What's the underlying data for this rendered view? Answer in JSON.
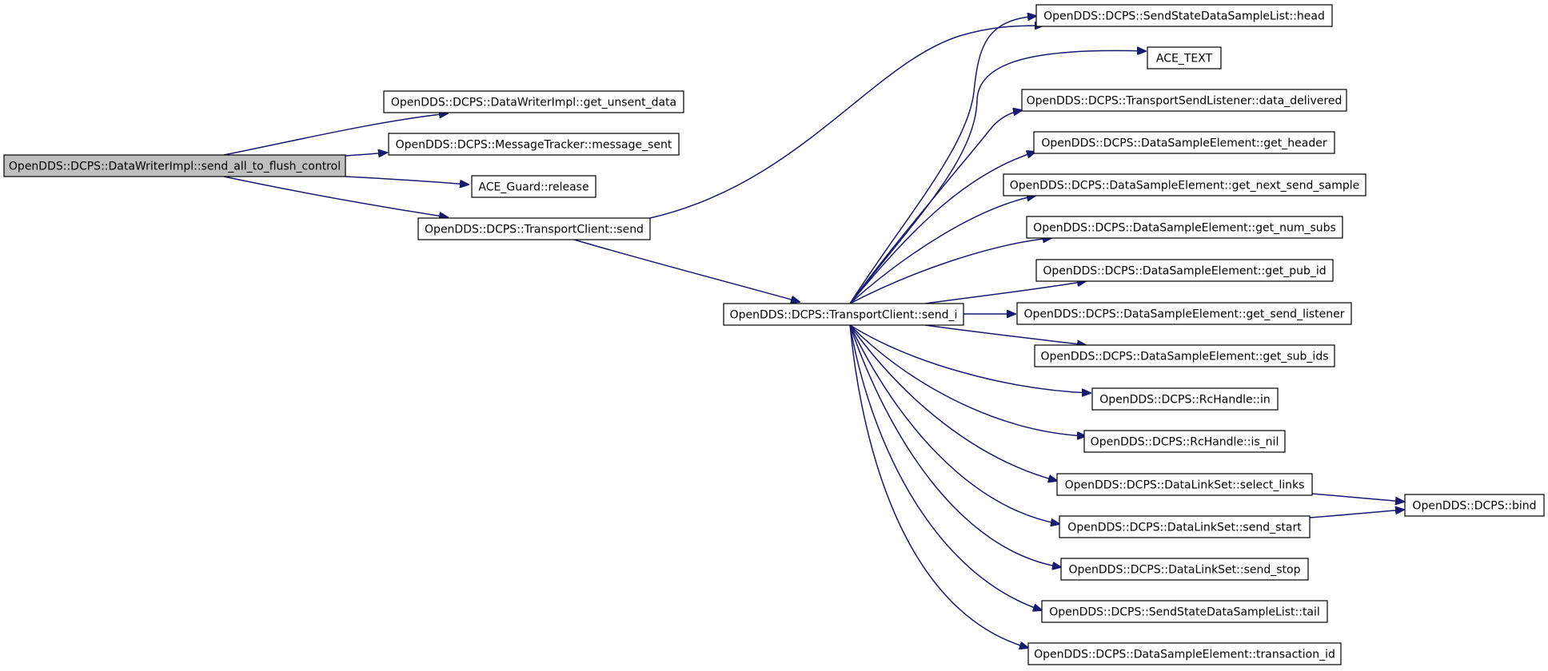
{
  "graph": {
    "colors": {
      "edge": "#191970",
      "root_fill": "#bfbfbf",
      "node_fill": "#ffffff",
      "node_stroke": "#000000"
    },
    "nodes": [
      {
        "id": "root",
        "label": "OpenDDS::DCPS::DataWriterImpl::send_all_to_flush_control",
        "root": true
      },
      {
        "id": "get_unsent_data",
        "label": "OpenDDS::DCPS::DataWriterImpl::get_unsent_data"
      },
      {
        "id": "message_sent",
        "label": "OpenDDS::DCPS::MessageTracker::message_sent"
      },
      {
        "id": "release",
        "label": "ACE_Guard::release"
      },
      {
        "id": "tc_send",
        "label": "OpenDDS::DCPS::TransportClient::send"
      },
      {
        "id": "tc_send_i",
        "label": "OpenDDS::DCPS::TransportClient::send_i"
      },
      {
        "id": "head",
        "label": "OpenDDS::DCPS::SendStateDataSampleList::head"
      },
      {
        "id": "ace_text",
        "label": "ACE_TEXT"
      },
      {
        "id": "data_delivered",
        "label": "OpenDDS::DCPS::TransportSendListener::data_delivered"
      },
      {
        "id": "get_header",
        "label": "OpenDDS::DCPS::DataSampleElement::get_header"
      },
      {
        "id": "get_next_send_sample",
        "label": "OpenDDS::DCPS::DataSampleElement::get_next_send_sample"
      },
      {
        "id": "get_num_subs",
        "label": "OpenDDS::DCPS::DataSampleElement::get_num_subs"
      },
      {
        "id": "get_pub_id",
        "label": "OpenDDS::DCPS::DataSampleElement::get_pub_id"
      },
      {
        "id": "get_send_listener",
        "label": "OpenDDS::DCPS::DataSampleElement::get_send_listener"
      },
      {
        "id": "get_sub_ids",
        "label": "OpenDDS::DCPS::DataSampleElement::get_sub_ids"
      },
      {
        "id": "rc_in",
        "label": "OpenDDS::DCPS::RcHandle::in"
      },
      {
        "id": "rc_is_nil",
        "label": "OpenDDS::DCPS::RcHandle::is_nil"
      },
      {
        "id": "select_links",
        "label": "OpenDDS::DCPS::DataLinkSet::select_links"
      },
      {
        "id": "send_start",
        "label": "OpenDDS::DCPS::DataLinkSet::send_start"
      },
      {
        "id": "send_stop",
        "label": "OpenDDS::DCPS::DataLinkSet::send_stop"
      },
      {
        "id": "tail",
        "label": "OpenDDS::DCPS::SendStateDataSampleList::tail"
      },
      {
        "id": "transaction_id",
        "label": "OpenDDS::DCPS::DataSampleElement::transaction_id"
      },
      {
        "id": "bind",
        "label": "OpenDDS::DCPS::bind"
      }
    ],
    "edges": [
      {
        "from": "root",
        "to": "get_unsent_data"
      },
      {
        "from": "root",
        "to": "message_sent"
      },
      {
        "from": "root",
        "to": "release"
      },
      {
        "from": "root",
        "to": "tc_send"
      },
      {
        "from": "tc_send",
        "to": "head"
      },
      {
        "from": "tc_send",
        "to": "tc_send_i"
      },
      {
        "from": "tc_send_i",
        "to": "head"
      },
      {
        "from": "tc_send_i",
        "to": "ace_text"
      },
      {
        "from": "tc_send_i",
        "to": "data_delivered"
      },
      {
        "from": "tc_send_i",
        "to": "get_header"
      },
      {
        "from": "tc_send_i",
        "to": "get_next_send_sample"
      },
      {
        "from": "tc_send_i",
        "to": "get_num_subs"
      },
      {
        "from": "tc_send_i",
        "to": "get_pub_id"
      },
      {
        "from": "tc_send_i",
        "to": "get_send_listener"
      },
      {
        "from": "tc_send_i",
        "to": "get_sub_ids"
      },
      {
        "from": "tc_send_i",
        "to": "rc_in"
      },
      {
        "from": "tc_send_i",
        "to": "rc_is_nil"
      },
      {
        "from": "tc_send_i",
        "to": "select_links"
      },
      {
        "from": "tc_send_i",
        "to": "send_start"
      },
      {
        "from": "tc_send_i",
        "to": "send_stop"
      },
      {
        "from": "tc_send_i",
        "to": "tail"
      },
      {
        "from": "tc_send_i",
        "to": "transaction_id"
      },
      {
        "from": "select_links",
        "to": "bind"
      },
      {
        "from": "send_start",
        "to": "bind"
      }
    ]
  }
}
